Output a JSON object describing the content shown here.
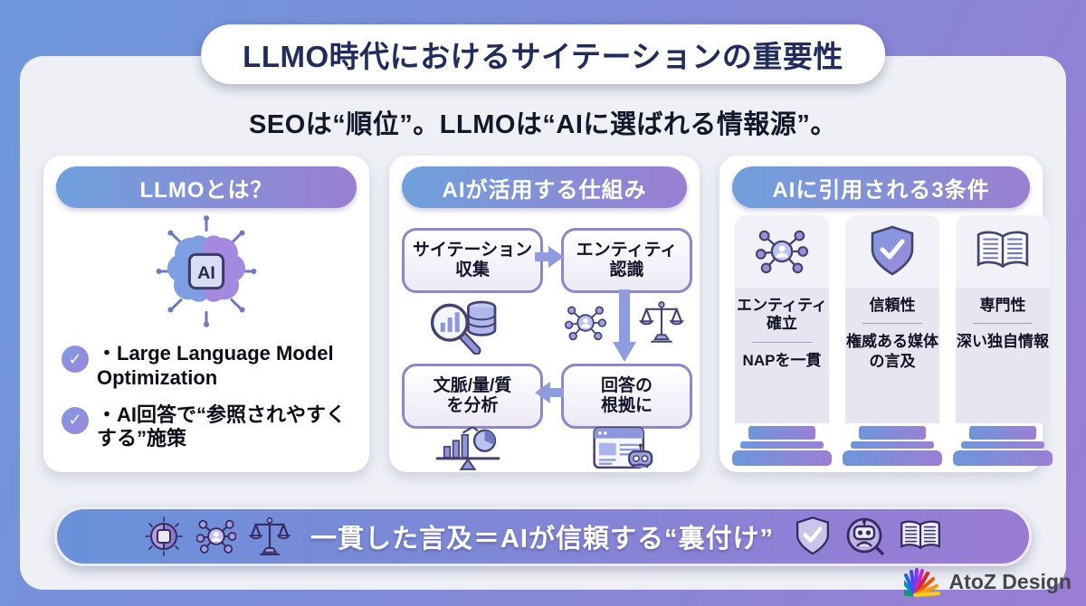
{
  "title": "LLMO時代におけるサイテーションの重要性",
  "subtitle": "SEOは“順位”。LLMOは“AIに選ばれる情報源”。",
  "panels": {
    "llmo": {
      "header": "LLMOとは？",
      "bullets": [
        {
          "label": "・Large Language Model Optimization"
        },
        {
          "label": "・AI回答で“参照されやすくする”施策"
        }
      ]
    },
    "mechanism": {
      "header": "AIが活用する仕組み",
      "steps": [
        {
          "line1": "サイテーション",
          "line2": "収集"
        },
        {
          "line1": "エンティティ",
          "line2": "認識"
        },
        {
          "line1": "回答の",
          "line2": "根拠に"
        },
        {
          "line1": "文脈/量/質",
          "line2": "を分析"
        }
      ]
    },
    "conditions": {
      "header": "AIに引用される3条件",
      "pillars": [
        {
          "title": "エンティティ確立",
          "desc": "NAPを一貫"
        },
        {
          "title": "信頼性",
          "desc": "権威ある媒体の言及"
        },
        {
          "title": "専門性",
          "desc": "深い独自情報"
        }
      ]
    }
  },
  "footer": {
    "message": "一貫した言及＝AIが信頼する“裏付け”"
  },
  "brand": {
    "name": "AtoZ Design"
  },
  "icons": {
    "check_glyph": "✓",
    "chip_label": "AI",
    "names": [
      "ai-brain-icon",
      "check-icon",
      "search-chart-icon",
      "database-icon",
      "entity-network-icon",
      "scales-icon",
      "analytics-balance-icon",
      "webpage-robot-icon",
      "shield-check-icon",
      "open-book-icon",
      "ai-robot-icon",
      "rainbow-fan-logo"
    ]
  },
  "colors": {
    "background_from": "#6E97DC",
    "background_to": "#9A7DD4",
    "card": "#EEF0F6",
    "header_pill_from": "#6FA0DC",
    "header_pill_to": "#9A7FD1",
    "title_text": "#1F2C5C",
    "arrow": "#8F9CE0",
    "footer_from": "#6A91DA",
    "footer_to": "#9A7BD4"
  }
}
